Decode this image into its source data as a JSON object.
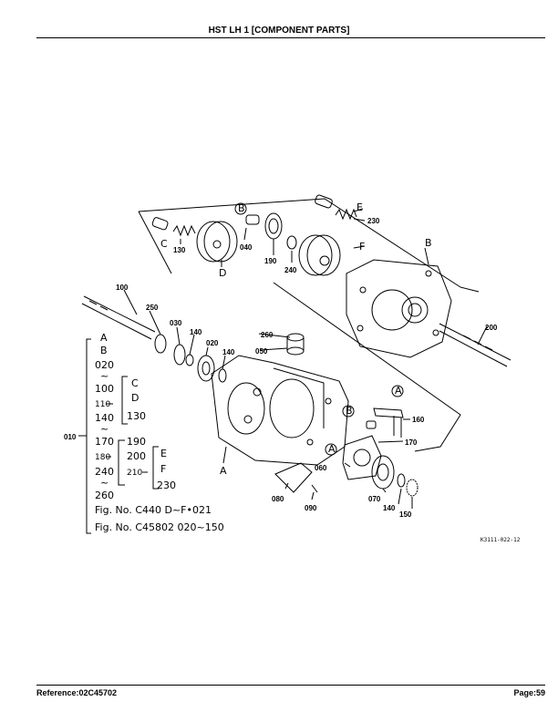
{
  "header": {
    "title": "HST LH 1 [COMPONENT PARTS]"
  },
  "footer": {
    "reference": "Reference:02C45702",
    "page": "Page:59"
  },
  "diagram": {
    "image_code": "K3111-022-12",
    "part_labels": [
      "100",
      "250",
      "030",
      "140",
      "020",
      "140",
      "260",
      "050",
      "040",
      "130",
      "190",
      "240",
      "230",
      "200",
      "160",
      "170",
      "060",
      "070",
      "140",
      "150",
      "080",
      "090",
      "010"
    ],
    "letter_labels": [
      "A",
      "B",
      "C",
      "D",
      "E",
      "F"
    ],
    "callouts": [
      "A",
      "B"
    ],
    "key": {
      "col1": [
        "A",
        "B",
        "020",
        "~",
        "100",
        "110",
        "140",
        "~",
        "170",
        "180",
        "240",
        "~",
        "260"
      ],
      "col2": [
        "C",
        "D",
        "130",
        "190",
        "200",
        "210"
      ],
      "col3": [
        "E",
        "F",
        "230"
      ],
      "fig1": "Fig. No. C440 D~F•021",
      "fig2": "Fig. No. C45802 020~150"
    }
  }
}
